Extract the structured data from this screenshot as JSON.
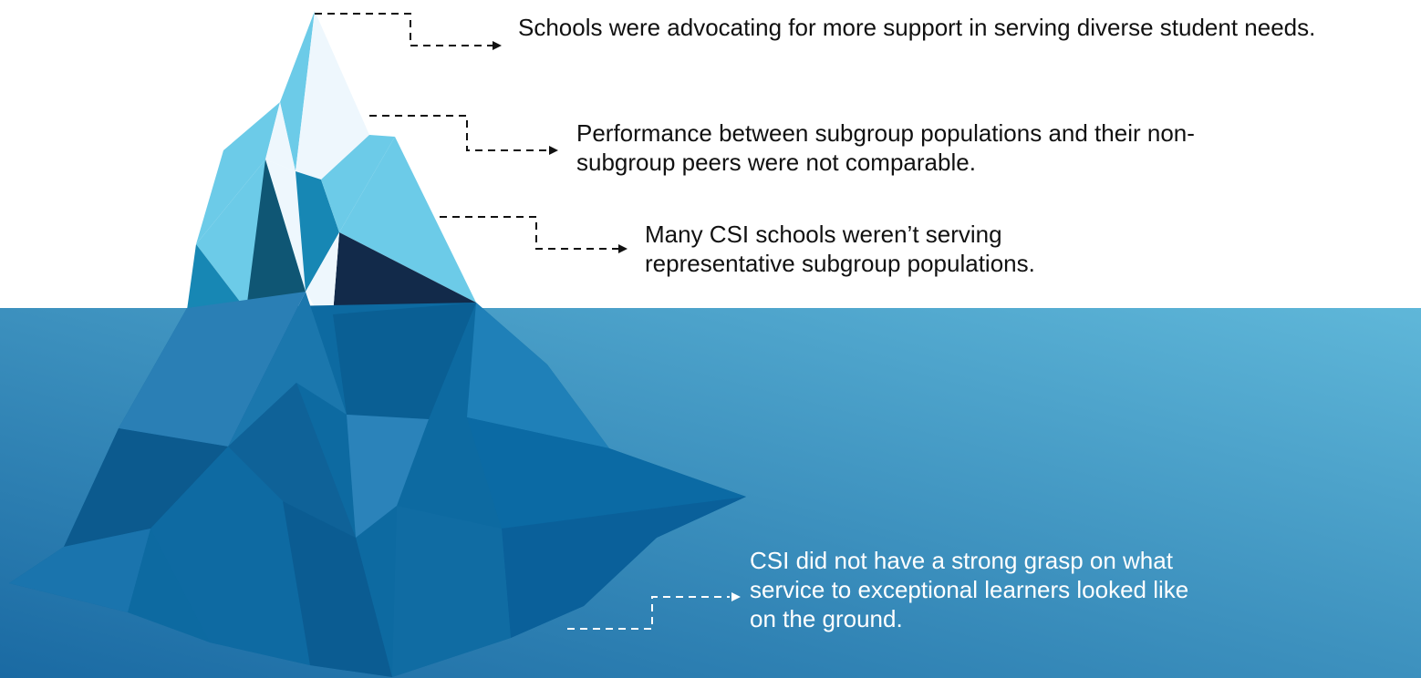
{
  "iceberg": {
    "above_water": {
      "callouts": [
        {
          "text": "Schools were advocating for more support in serving diverse student needs."
        },
        {
          "text": "Performance between subgroup populations and their non-subgroup peers were not comparable."
        },
        {
          "text": "Many CSI schools weren’t serving representative subgroup populations."
        }
      ]
    },
    "below_water": {
      "callouts": [
        {
          "text": "CSI did not have a strong grasp on what service to exceptional learners looked like on the ground."
        }
      ]
    }
  },
  "colors": {
    "water_dark": "#1a6aa3",
    "water_light": "#5fb7d9",
    "ice_light": "#eef7fd",
    "ice_cyan": "#6ccbe8",
    "ice_mid": "#1787b4",
    "ice_dark": "#0f5674",
    "ice_navy": "#122a4a",
    "callout_text_above": "#111111",
    "callout_text_below": "#ffffff",
    "connector": "#111111"
  }
}
